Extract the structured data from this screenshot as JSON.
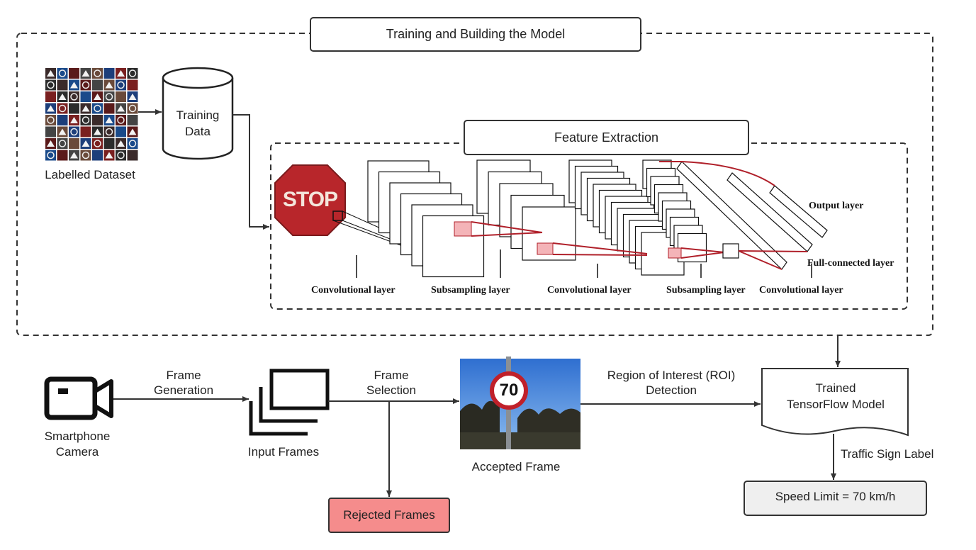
{
  "training": {
    "title": "Training and Building the Model",
    "labelled_dataset": "Labelled Dataset",
    "training_data_line1": "Training",
    "training_data_line2": "Data"
  },
  "feature_extraction": {
    "title": "Feature Extraction",
    "stop_sign_text": "STOP",
    "layers": {
      "conv1": "Convolutional layer",
      "sub1": "Subsampling layer",
      "conv2": "Convolutional layer",
      "sub2": "Subsampling layer",
      "conv3": "Convolutional layer",
      "full": "Full-connected layer",
      "output": "Output layer"
    }
  },
  "pipeline": {
    "camera_line1": "Smartphone",
    "camera_line2": "Camera",
    "frame_generation_line1": "Frame",
    "frame_generation_line2": "Generation",
    "input_frames": "Input Frames",
    "frame_selection_line1": "Frame",
    "frame_selection_line2": "Selection",
    "rejected_frames": "Rejected Frames",
    "accepted_frame": "Accepted Frame",
    "sign_value": "70",
    "roi_line1": "Region of Interest (ROI)",
    "roi_line2": "Detection",
    "model_line1": "Trained",
    "model_line2": "TensorFlow Model",
    "traffic_sign_label": "Traffic Sign Label",
    "result": "Speed Limit = 70 km/h"
  },
  "colors": {
    "rejected_fill": "#f58c8c",
    "result_fill": "#efefef",
    "sky": "#3f7fd6",
    "conv_red": "#b0202a"
  }
}
